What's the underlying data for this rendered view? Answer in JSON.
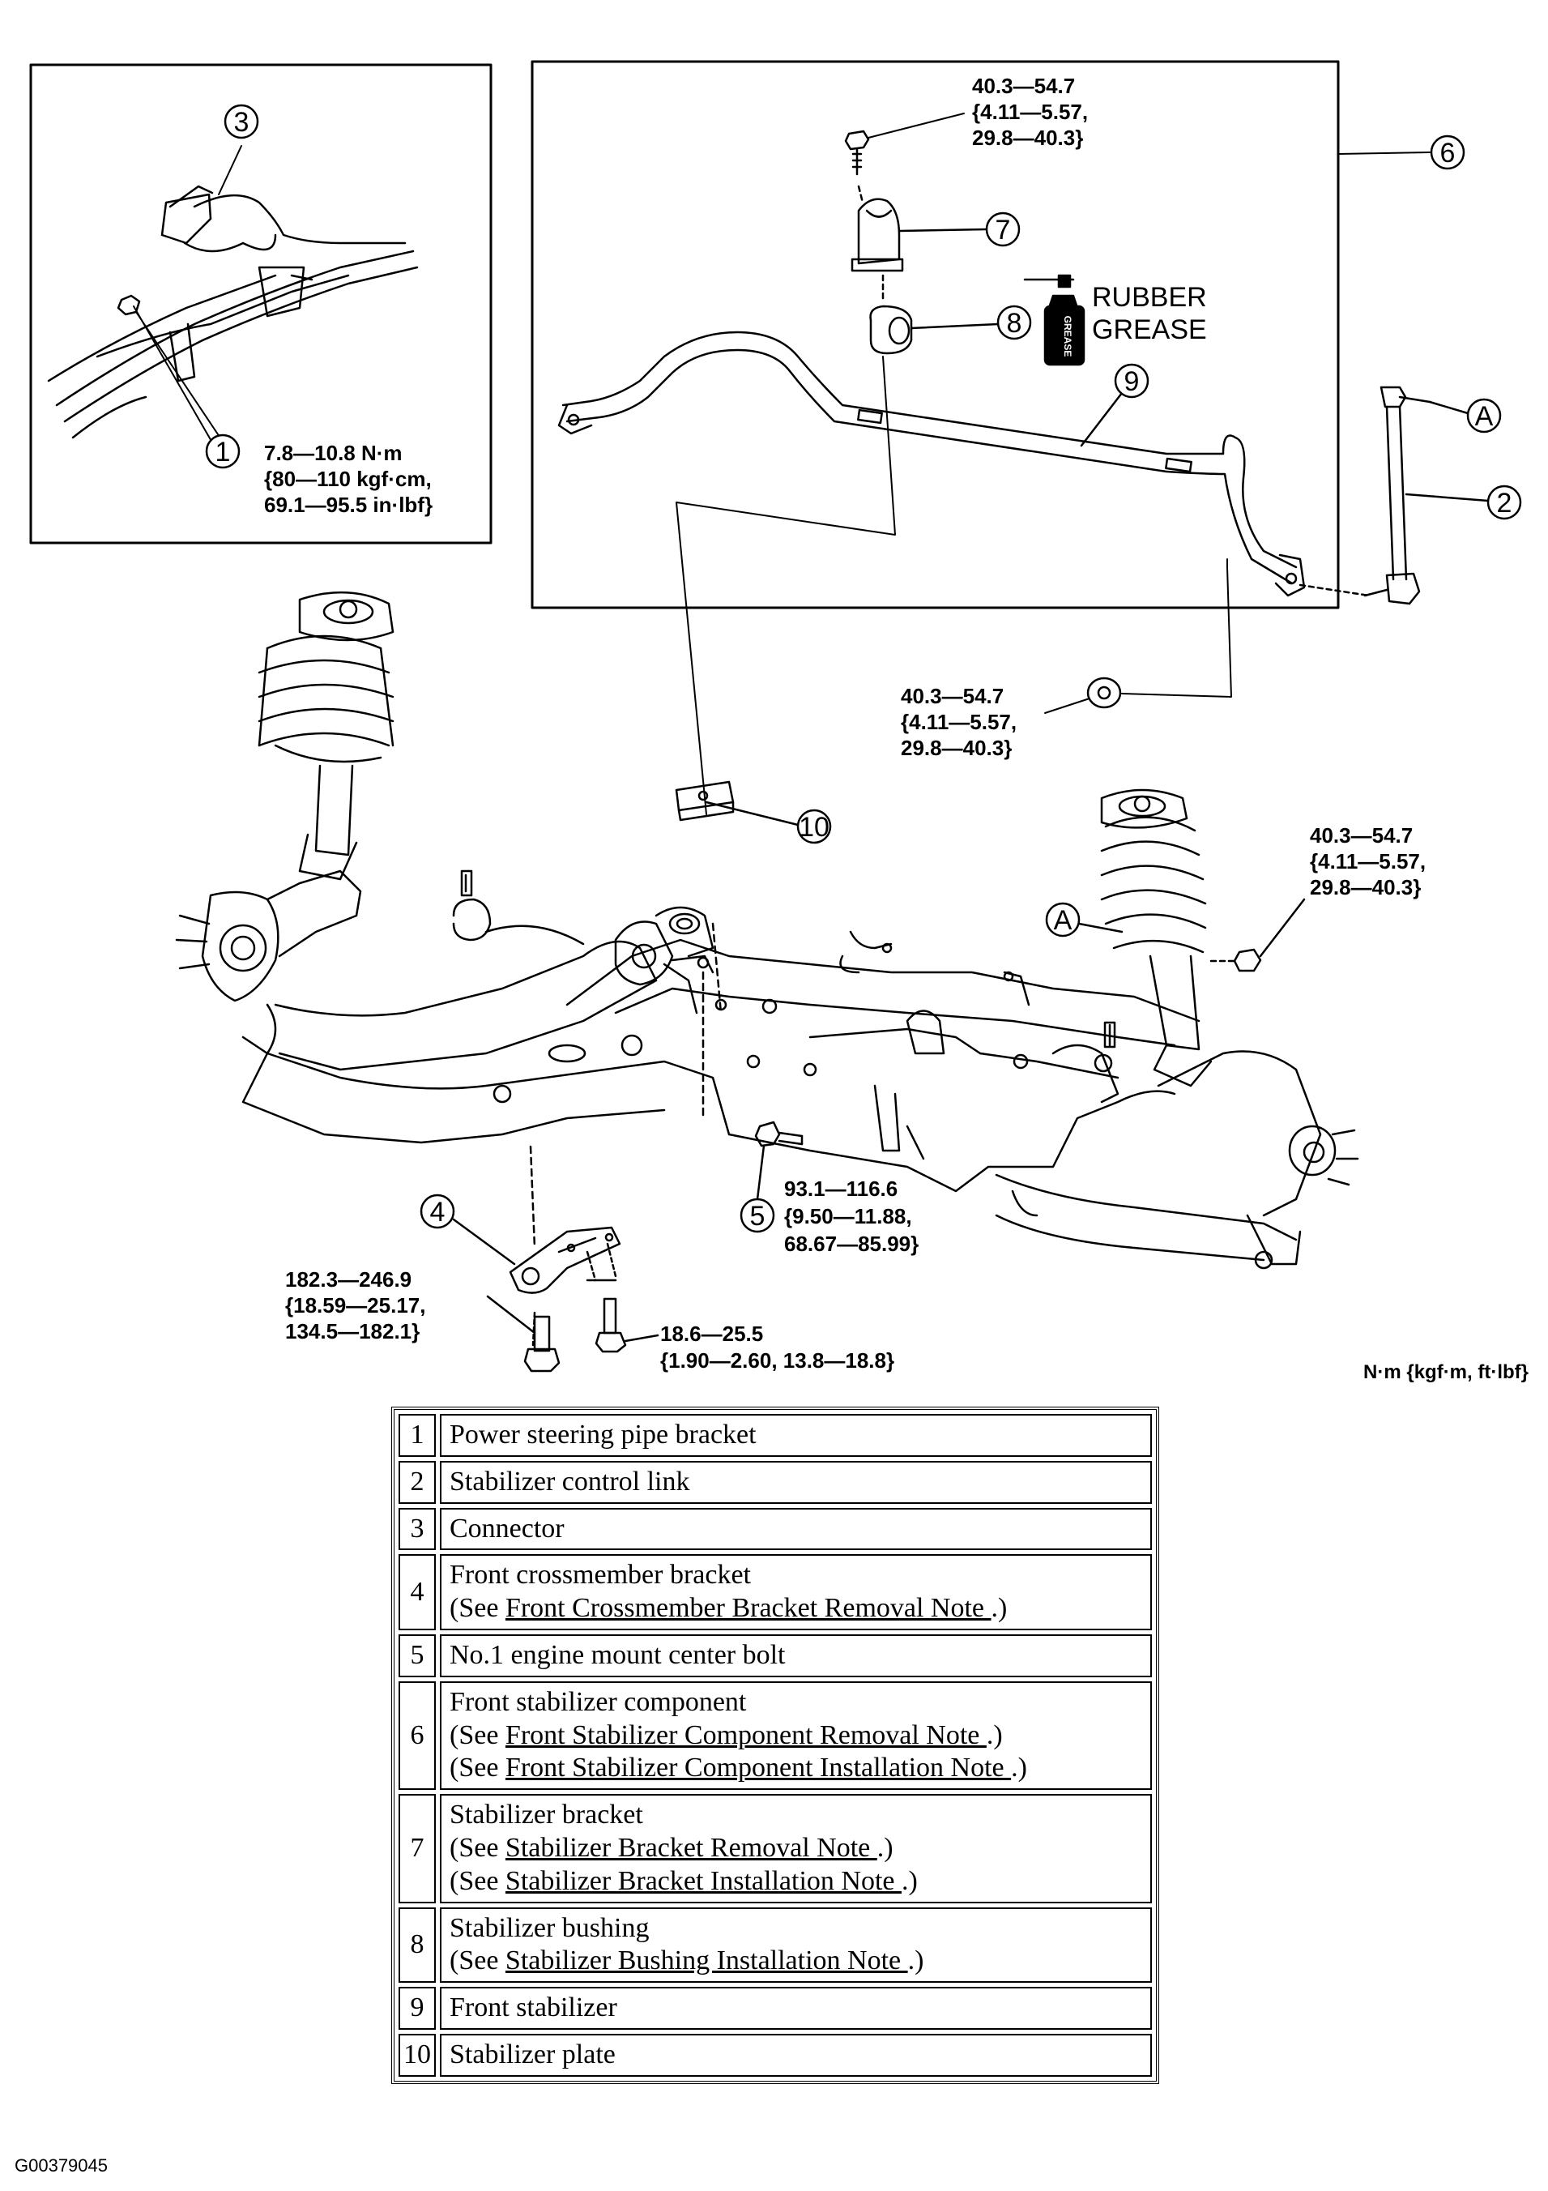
{
  "callouts": {
    "c1": "1",
    "c2": "2",
    "c3": "3",
    "c4": "4",
    "c5": "5",
    "c6": "6",
    "c7": "7",
    "c8": "8",
    "c9": "9",
    "c10": "10",
    "cA1": "A",
    "cA2": "A"
  },
  "torques": {
    "t1": [
      "7.8—10.8 N·m",
      "{80—110 kgf·cm,",
      "69.1—95.5 in·lbf}"
    ],
    "t_top": [
      "40.3—54.7",
      "{4.11—5.57,",
      "29.8—40.3}"
    ],
    "t_mid": [
      "40.3—54.7",
      "{4.11—5.57,",
      "29.8—40.3}"
    ],
    "t_right": [
      "40.3—54.7",
      "{4.11—5.57,",
      "29.8—40.3}"
    ],
    "t5": [
      "93.1—116.6",
      "{9.50—11.88,",
      "68.67—85.99}"
    ],
    "t_bracket_bolt": [
      "182.3—246.9",
      "{18.59—25.17,",
      "134.5—182.1}"
    ],
    "t_bracket_small": [
      "18.6—25.5",
      "{1.90—2.60, 13.8—18.8}"
    ]
  },
  "grease": {
    "line1": "RUBBER",
    "line2": "GREASE",
    "can_text": "GREASE"
  },
  "units_label": "N·m {kgf·m, ft·lbf}",
  "figure_id": "G00379045",
  "parts": [
    {
      "num": "1",
      "name": "Power steering pipe bracket",
      "notes": []
    },
    {
      "num": "2",
      "name": "Stabilizer control link",
      "notes": []
    },
    {
      "num": "3",
      "name": "Connector",
      "notes": []
    },
    {
      "num": "4",
      "name": "Front crossmember bracket",
      "notes": [
        {
          "pre": "(See ",
          "link": "Front Crossmember Bracket Removal Note ",
          "post": ".)"
        }
      ]
    },
    {
      "num": "5",
      "name": "No.1 engine mount center bolt",
      "notes": []
    },
    {
      "num": "6",
      "name": "Front stabilizer component",
      "notes": [
        {
          "pre": "(See ",
          "link": "Front Stabilizer Component Removal Note ",
          "post": ".)"
        },
        {
          "pre": "(See ",
          "link": "Front Stabilizer Component Installation Note ",
          "post": ".)"
        }
      ]
    },
    {
      "num": "7",
      "name": "Stabilizer bracket",
      "notes": [
        {
          "pre": "(See ",
          "link": "Stabilizer Bracket Removal Note ",
          "post": ".)"
        },
        {
          "pre": "(See ",
          "link": "Stabilizer Bracket Installation Note ",
          "post": ".)"
        }
      ]
    },
    {
      "num": "8",
      "name": "Stabilizer bushing",
      "notes": [
        {
          "pre": "(See ",
          "link": "Stabilizer Bushing Installation Note ",
          "post": ".)"
        }
      ]
    },
    {
      "num": "9",
      "name": "Front stabilizer",
      "notes": []
    },
    {
      "num": "10",
      "name": "Stabilizer plate",
      "notes": []
    }
  ]
}
